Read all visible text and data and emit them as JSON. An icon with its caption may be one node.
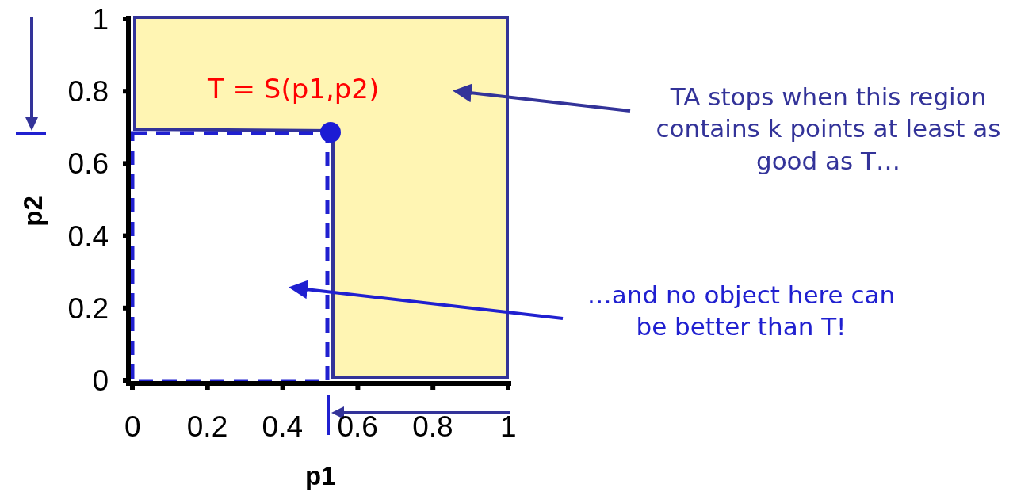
{
  "diagram": {
    "nodes": [
      {
        "text": [],
        "shape": "box"
      },
      {
        "text": [
          "TA stops when this region contains k points at least as good as T…"
        ]
      },
      {
        "text": [],
        "shape": "box"
      },
      {
        "text": [
          "…and no object here can be better than T!"
        ]
      }
    ],
    "edges": [
      {
        "from": 1,
        "to": 0,
        "arrow": "to",
        "color": "#333399"
      },
      {
        "from": 3,
        "to": 2,
        "arrow": "to",
        "color": "#2020d0"
      }
    ],
    "labels": [
      "1",
      "0.8",
      "0.6",
      "0.4",
      "0.2",
      "0",
      "p2",
      "T = S(p1,p2)",
      "0",
      "0.2",
      "0.4",
      "0.6",
      "0.8",
      "1",
      "p1"
    ]
  }
}
